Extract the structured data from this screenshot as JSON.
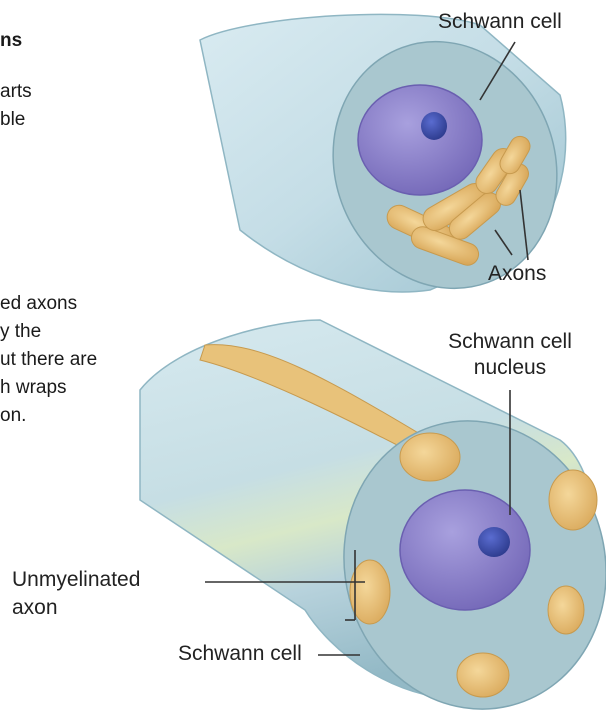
{
  "text": {
    "heading": "ns",
    "para1": [
      "arts",
      "ble"
    ],
    "para2": [
      "ed axons",
      "y the",
      "ut there are",
      "h wraps",
      "on."
    ]
  },
  "labels": {
    "top_schwann": "Schwann cell",
    "axons": "Axons",
    "nucleus_line1": "Schwann cell",
    "nucleus_line2": "nucleus",
    "unmyelinated_line1": "Unmyelinated",
    "unmyelinated_line2": "axon",
    "bottom_schwann": "Schwann cell"
  },
  "colors": {
    "sheath": "#cfe3ea",
    "sheath_edge": "#8fb6c3",
    "cross_section": "#a9c7cf",
    "nucleus": "#8c82c9",
    "nucleolus": "#3f4fa8",
    "axon": "#e8c27a"
  }
}
